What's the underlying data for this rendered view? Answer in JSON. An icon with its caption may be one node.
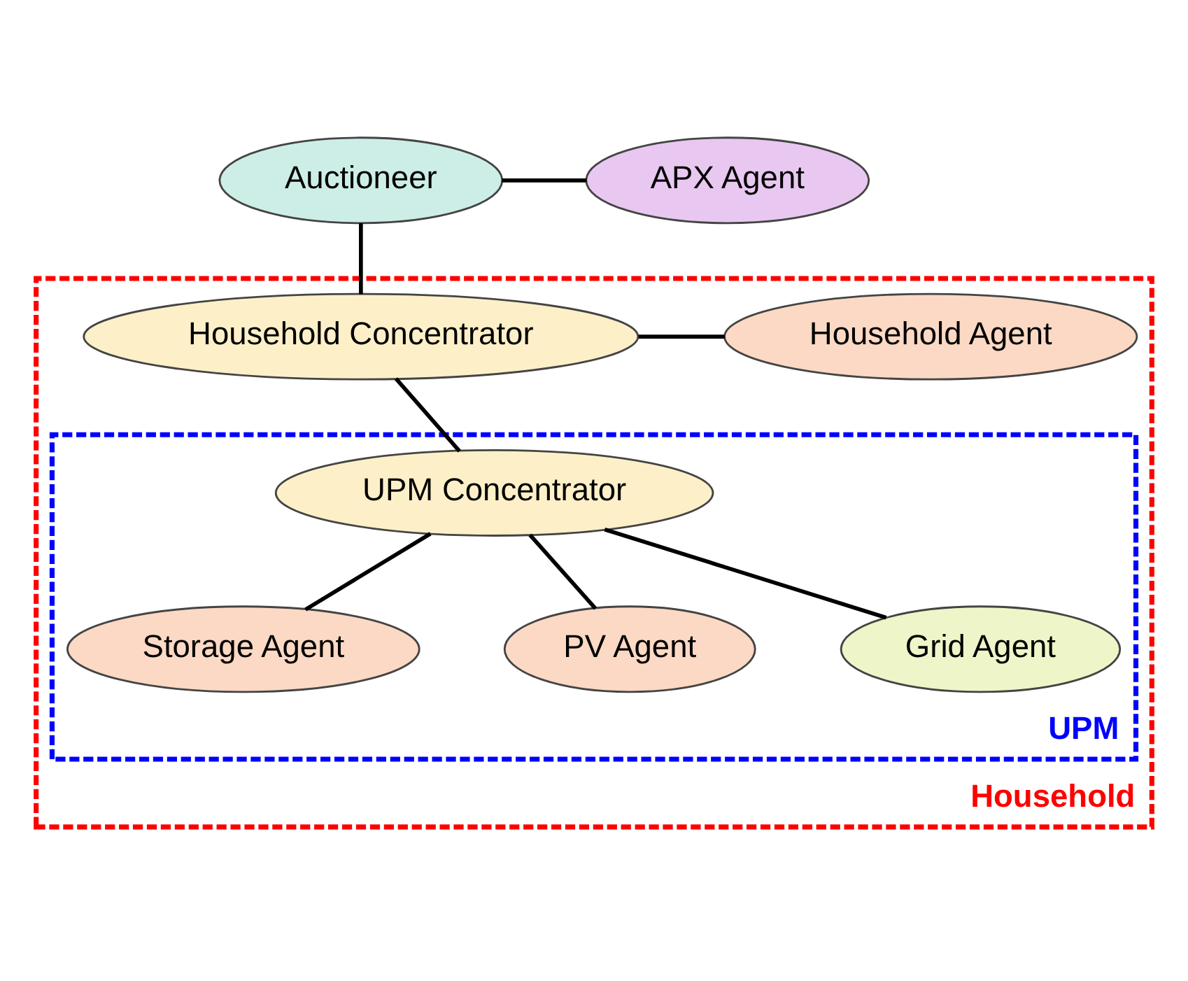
{
  "diagram": {
    "nodes": [
      {
        "text": [
          "Auctioneer"
        ]
      },
      {
        "text": [
          "APX Agent"
        ]
      },
      {
        "text": [
          "Household"
        ]
      },
      {
        "text": [
          "Household Concentrator"
        ],
        "in": 2
      },
      {
        "text": [
          "Household Agent"
        ],
        "in": 2
      },
      {
        "text": [
          "UPM"
        ],
        "in": 2
      },
      {
        "text": [
          "UPM Concentrator"
        ],
        "in": 5
      },
      {
        "text": [
          "Storage Agent"
        ],
        "in": 5
      },
      {
        "text": [
          "PV Agent"
        ],
        "in": 5
      },
      {
        "text": [
          "Grid Agent"
        ],
        "in": 5
      }
    ],
    "edges": [
      {
        "from": 0,
        "to": 1,
        "arrow": "none"
      },
      {
        "from": 0,
        "to": 3,
        "arrow": "none"
      },
      {
        "from": 3,
        "to": 4,
        "arrow": "none"
      },
      {
        "from": 3,
        "to": 6,
        "arrow": "none"
      },
      {
        "from": 6,
        "to": 7,
        "arrow": "none"
      },
      {
        "from": 6,
        "to": 8,
        "arrow": "none"
      },
      {
        "from": 6,
        "to": 9,
        "arrow": "none"
      }
    ]
  }
}
